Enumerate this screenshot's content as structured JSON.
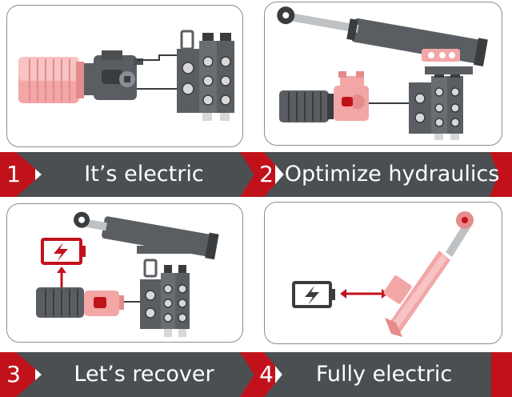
{
  "steps": [
    {
      "number": "1",
      "label": "It’s electric"
    },
    {
      "number": "2",
      "label": "Optimize hydraulics"
    },
    {
      "number": "3",
      "label": "Let’s recover"
    },
    {
      "number": "4",
      "label": "Fully electric"
    }
  ],
  "colors": {
    "accent_red": "#c1121c",
    "banner_grey": "#4b4f52",
    "component_dark": "#5a5e62",
    "component_pink": "#f2a6a6",
    "border": "#8c8c8c"
  },
  "icons": [
    "electric-motor-icon",
    "hydraulic-pump-icon",
    "valve-block-icon",
    "hydraulic-cylinder-icon",
    "battery-icon",
    "double-arrow-icon",
    "electric-actuator-icon"
  ]
}
